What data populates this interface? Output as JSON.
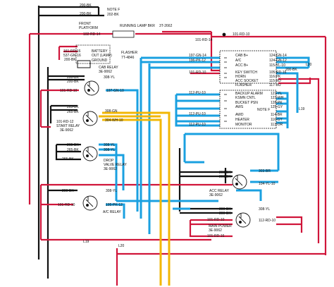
{
  "colors": {
    "black": "#111111",
    "red": "#d0153a",
    "blue": "#1aa0e0",
    "yellow": "#f2b705",
    "background": "#ffffff"
  },
  "labels": {
    "w200bk_1": "200-BK",
    "w200bk_2": "200-BK",
    "note_f_top": "NOTE F",
    "w202bk": "202-BK",
    "front_platform_1": "FRONT",
    "front_platform_2": "PLATFORM",
    "running_lamp_bkr": "RUNNING LAMP BKR",
    "part_3t2662": "3T-2662",
    "w102rd14": "102-RD-14",
    "w101rd14_top": "101-RD-14",
    "w101rd10_top": "101-RD-10",
    "w161rd16": "161-RD-16",
    "w537gn16": "537-GN-16",
    "w200bk_batt": "200-BK",
    "battery": "BATTERY",
    "out_lamp": "OUT (LAMP)",
    "ground": "GROUND",
    "flasher_left_1": "FLASHER",
    "flasher_left_2": "7T-4846",
    "w197gn14": "197-GN-14",
    "w196pk12": "196-PK-12",
    "w101rd10_sw": "101-RD-10",
    "cab_b": "CAB B+",
    "ac": "A/C",
    "acc_b": "ACC B+",
    "w124gn14": "124-GN-14",
    "w124gn12": "124-GN-12",
    "w115yl10": "115-YL-10",
    "w200bk_l20": "200-BK",
    "l20": "L20",
    "cab_relay_1": "CAB RELAY",
    "cab_relay_2": "3E-9062",
    "w200bk_cab": "200-BK",
    "w200bk_cab2": "200-BK",
    "w308yl_cab": "308-YL",
    "w101rd10_cab": "101-RD-10",
    "w197gn10": "197-GN-10",
    "key_switch": "KEY SWITCH",
    "horn": "HORN",
    "acc_socket": "ACC SOCKET",
    "flasher_right": "FLASHER",
    "w105rd16": "105-RD-16",
    "w116pk": "116-PK",
    "w115rd": "115-RD",
    "w117bu": "117-BU",
    "w112pu10_a": "112-PU-10",
    "w112pu10_b": "112-PU-10",
    "w112pu10_c": "112-PU-10",
    "backup_alarm": "BACKUP ALARM",
    "ksmn_cntl": "KSMN CNTL",
    "bucket_psn": "BUCKET PSN",
    "aws": "AWS",
    "note_f_mid": "NOTE F",
    "awd": "AWD",
    "heater": "HEATER",
    "monitor": "MONITOR",
    "w121yl": "121-YL",
    "w123wh": "123-WH",
    "w128pk": "128-PK",
    "w125gy": "125-GY",
    "w114br": "114-BR",
    "w116gy": "116-GY",
    "w113or": "113-OR",
    "l19": "L19",
    "w265bk_1": "265-BK",
    "w265bk_2": "265-BK",
    "w308gn": "308-GN",
    "w304wh10": "304-WH-10",
    "start_relay_1": "START RELAY",
    "start_relay_2": "3E-9062",
    "w101rd12": "101-RD-12",
    "w265bk_3": "265-BK",
    "w265bk_4": "265-BK",
    "w265bk_5": "265-BK",
    "w308yl_drop1": "308-YL",
    "w308yl_drop2": "308-YL",
    "drop_valve_1": "DROP",
    "drop_valve_2": "VALVE RELAY",
    "drop_valve_3": "3E-9062",
    "w200bk_acc1": "200-BK",
    "w200bk_acc2": "200-BK",
    "w303br": "303-BR",
    "w104yl10": "104-YL-10",
    "acc_relay_1": "ACC RELAY",
    "acc_relay_2": "3E-9062",
    "w200bk_ac": "200-BK",
    "w308yl_ac": "308-YL",
    "w101rd10_ac": "101-RD-10",
    "w195pk12": "195-PK-12",
    "ac_relay": "A/C RELAY",
    "w200bk_mp1": "200-BK",
    "w200bk_mp2": "200-BK",
    "w308yl_mp": "308-YL",
    "w112rd10": "112-RD-10",
    "main_power_1": "MAIN POWER",
    "main_power_2": "3E-9062",
    "w101rd_mp": "101-RD-10",
    "w101rd16_mp": "101-RD-16",
    "l19_bottom": "L19",
    "l20_bottom": "L20"
  }
}
